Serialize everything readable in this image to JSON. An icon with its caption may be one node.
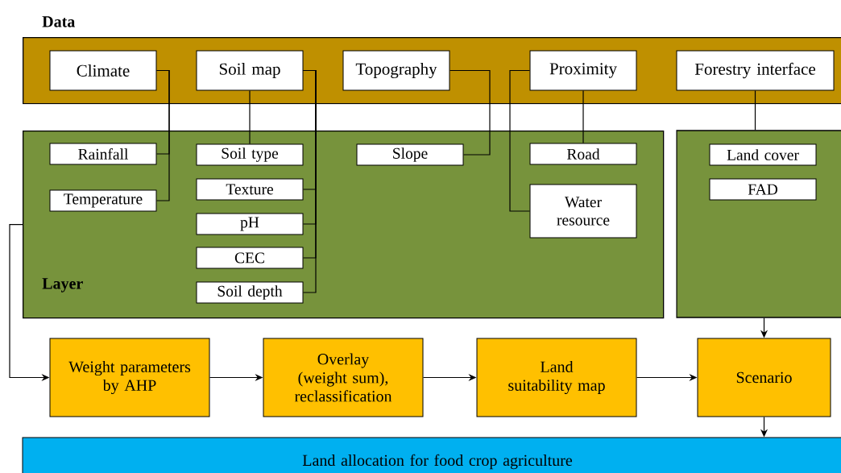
{
  "diagram": {
    "nodes": [
      {
        "text": [
          "Data"
        ]
      },
      {
        "text": [
          "Climate"
        ],
        "in": 0
      },
      {
        "text": [
          "Soil map"
        ],
        "in": 0
      },
      {
        "text": [
          "Topography"
        ],
        "in": 0
      },
      {
        "text": [
          "Proximity"
        ],
        "in": 0
      },
      {
        "text": [
          "Forestry interface"
        ],
        "in": 0
      },
      {
        "text": [
          "Layer"
        ]
      },
      {
        "text": [
          "Rainfall"
        ],
        "in": 6
      },
      {
        "text": [
          "Temperature"
        ],
        "in": 6
      },
      {
        "text": [
          "Soil type"
        ],
        "in": 6
      },
      {
        "text": [
          "Texture"
        ],
        "in": 6
      },
      {
        "text": [
          "pH"
        ],
        "in": 6
      },
      {
        "text": [
          "CEC"
        ],
        "in": 6
      },
      {
        "text": [
          "Soil depth"
        ],
        "in": 6
      },
      {
        "text": [
          "Slope"
        ],
        "in": 6
      },
      {
        "text": [
          "Road"
        ],
        "in": 6
      },
      {
        "text": [
          "Water resource"
        ],
        "in": 6
      },
      {
        "text": [],
        "shape": "box"
      },
      {
        "text": [
          "Land cover"
        ],
        "in": 17
      },
      {
        "text": [
          "FAD"
        ],
        "in": 17
      },
      {
        "text": [
          "Weight parameters by AHP"
        ]
      },
      {
        "text": [
          "Overlay (weight sum), reclassification"
        ]
      },
      {
        "text": [
          "Land suitability map"
        ]
      },
      {
        "text": [
          "Scenario"
        ]
      },
      {
        "text": [
          "Land allocation for food crop agriculture"
        ]
      }
    ],
    "edges": [
      {
        "from": 1,
        "to": 7,
        "arrow": "none"
      },
      {
        "from": 1,
        "to": 8,
        "arrow": "none"
      },
      {
        "from": 2,
        "to": 9,
        "arrow": "none"
      },
      {
        "from": 2,
        "to": 10,
        "arrow": "none"
      },
      {
        "from": 2,
        "to": 11,
        "arrow": "none"
      },
      {
        "from": 2,
        "to": 12,
        "arrow": "none"
      },
      {
        "from": 2,
        "to": 13,
        "arrow": "none"
      },
      {
        "from": 3,
        "to": 14,
        "arrow": "none"
      },
      {
        "from": 4,
        "to": 15,
        "arrow": "none"
      },
      {
        "from": 4,
        "to": 16,
        "arrow": "none"
      },
      {
        "from": 5,
        "to": 17,
        "arrow": "none"
      },
      {
        "from": 6,
        "to": 20,
        "arrow": "to"
      },
      {
        "from": 20,
        "to": 21,
        "arrow": "to"
      },
      {
        "from": 21,
        "to": 22,
        "arrow": "to"
      },
      {
        "from": 22,
        "to": 23,
        "arrow": "to"
      },
      {
        "from": 17,
        "to": 23,
        "arrow": "to"
      },
      {
        "from": 23,
        "to": 24,
        "arrow": "to"
      }
    ]
  }
}
